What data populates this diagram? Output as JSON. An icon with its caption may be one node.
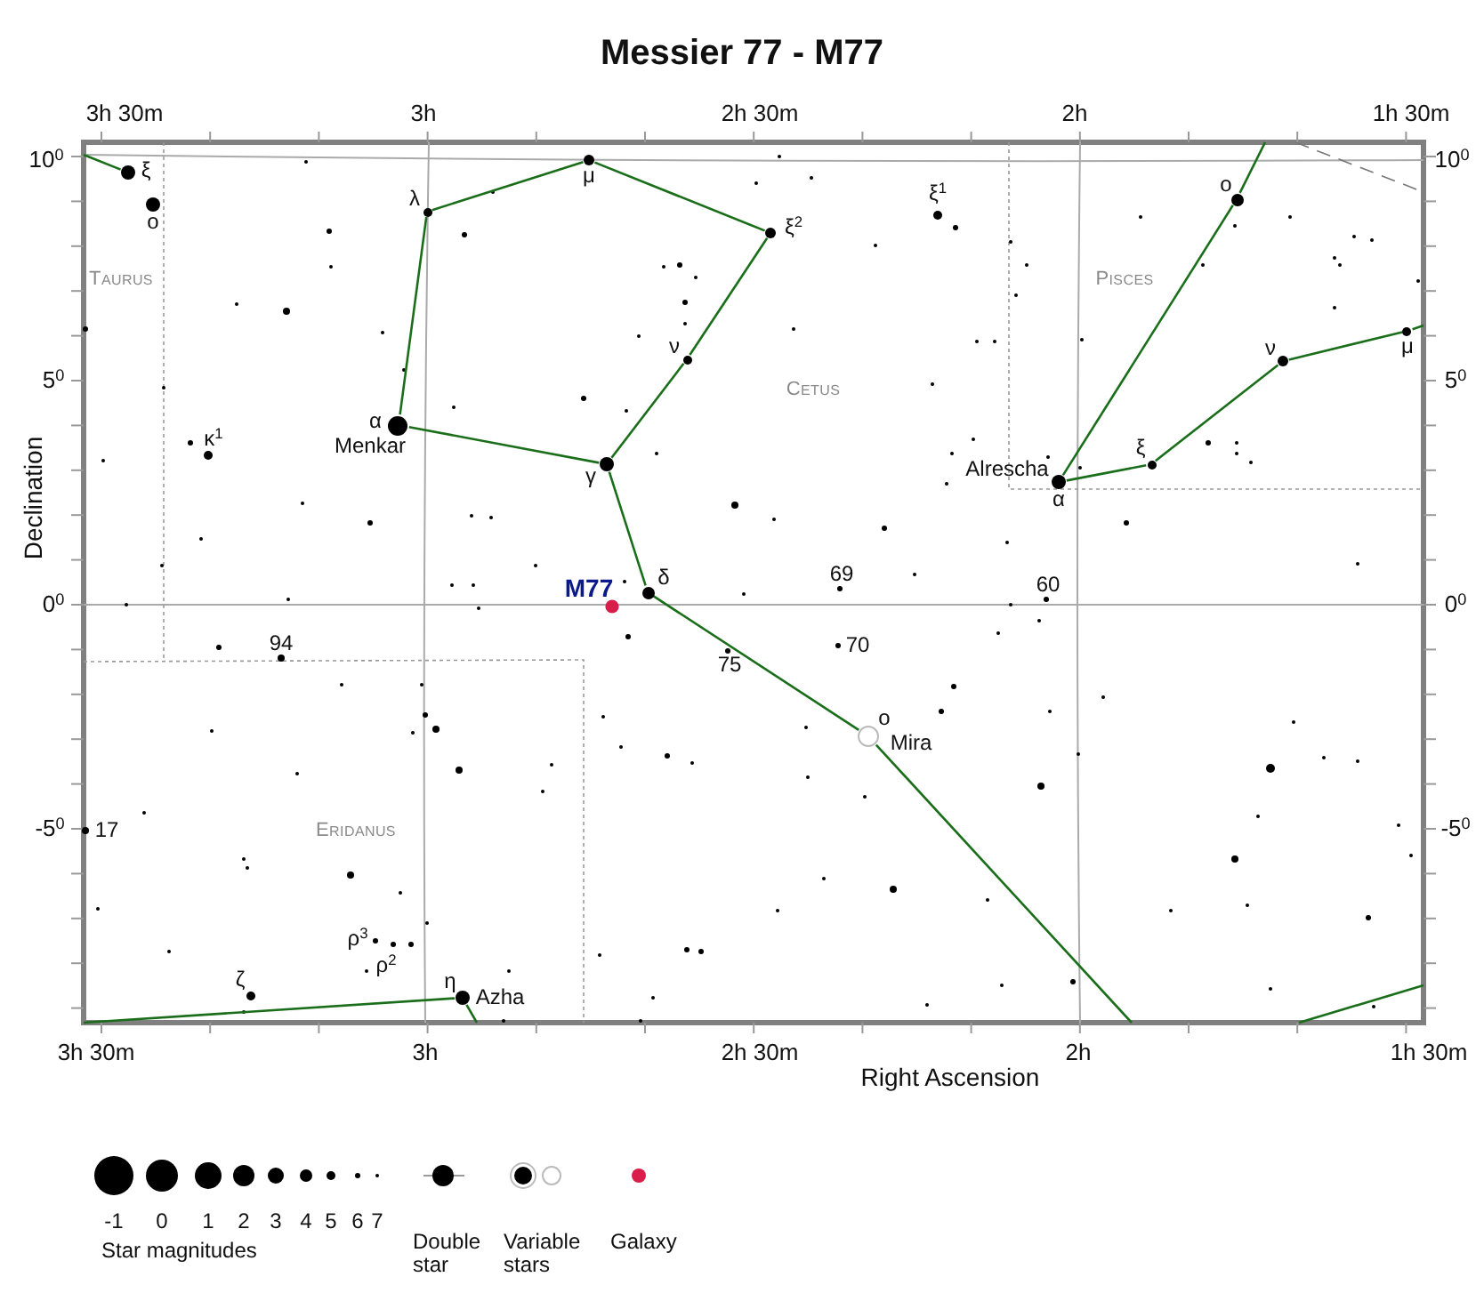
{
  "diagram": {
    "title": "Messier 77 - M77",
    "nodes": [
      {
        "text": [
          "λ"
        ]
      },
      {
        "text": [
          "μ"
        ]
      },
      {
        "text": [
          "ξ$^{2}$"
        ]
      },
      {
        "text": [
          "ν"
        ]
      },
      {
        "text": [
          "γ"
        ]
      },
      {
        "text": [
          "α",
          "Menkar"
        ]
      },
      {
        "text": [
          "δ"
        ]
      },
      {
        "text": [
          "ο",
          "Mira"
        ]
      },
      {
        "text": [
          "ο"
        ]
      },
      {
        "text": [
          "Alrescha",
          "α"
        ]
      },
      {
        "text": [
          "ξ"
        ]
      },
      {
        "text": [
          "ν"
        ]
      },
      {
        "text": [
          "μ"
        ]
      },
      {
        "text": [
          "ξ"
        ]
      },
      {
        "text": [
          "η",
          "Azha"
        ]
      }
    ],
    "edges": [
      {
        "from": 0,
        "to": 1,
        "arrow": "none"
      },
      {
        "from": 1,
        "to": 2,
        "arrow": "none"
      },
      {
        "from": 2,
        "to": 3,
        "arrow": "none"
      },
      {
        "from": 3,
        "to": 4,
        "arrow": "none"
      },
      {
        "from": 4,
        "to": 5,
        "arrow": "none"
      },
      {
        "from": 5,
        "to": 0,
        "arrow": "none"
      },
      {
        "from": 4,
        "to": 6,
        "arrow": "none"
      },
      {
        "from": 6,
        "to": 7,
        "arrow": "none"
      },
      {
        "from": 7,
        "to": null,
        "arrow": "none"
      },
      {
        "from": 8,
        "to": null,
        "arrow": "none"
      },
      {
        "from": 9,
        "to": 8,
        "arrow": "none"
      },
      {
        "from": 9,
        "to": 10,
        "arrow": "none"
      },
      {
        "from": 10,
        "to": 11,
        "arrow": "none"
      },
      {
        "from": 11,
        "to": 12,
        "arrow": "none"
      },
      {
        "from": 12,
        "to": null,
        "arrow": "none"
      },
      {
        "from": 13,
        "to": null,
        "arrow": "none"
      },
      {
        "from": null,
        "to": 14,
        "arrow": "none"
      },
      {
        "from": 14,
        "to": null,
        "arrow": "none"
      }
    ],
    "labels": [
      "3h 30m",
      "3h",
      "2h 30m",
      "2h",
      "1h 30m",
      "10$^{0}$",
      "5$^{0}$",
      "0$^{0}$",
      "-5$^{0}$",
      "10$^{0}$",
      "5$^{0}$",
      "0$^{0}$",
      "-5$^{0}$",
      "Declination",
      "ο",
      "Taurus",
      "κ$^{1}$",
      "ξ$^{1}$",
      "Pisces",
      "Cetus",
      "M77",
      "69",
      "60",
      "94",
      "70",
      "75",
      "17",
      "Eridanus",
      "ρ$^{3}$",
      "ρ$^{2}$",
      "ζ",
      "3h 30m",
      "3h",
      "2h 30m",
      "2h",
      "1h 30m",
      "Right Ascension",
      "-1",
      "0",
      "1",
      "2",
      "3",
      "4",
      "5",
      "6",
      "7"
    ],
    "legend": [
      {
        "text": "Star magnitudes"
      },
      {
        "text": "Double star"
      },
      {
        "text": "Variable stars"
      },
      {
        "text": "Galaxy"
      }
    ]
  }
}
